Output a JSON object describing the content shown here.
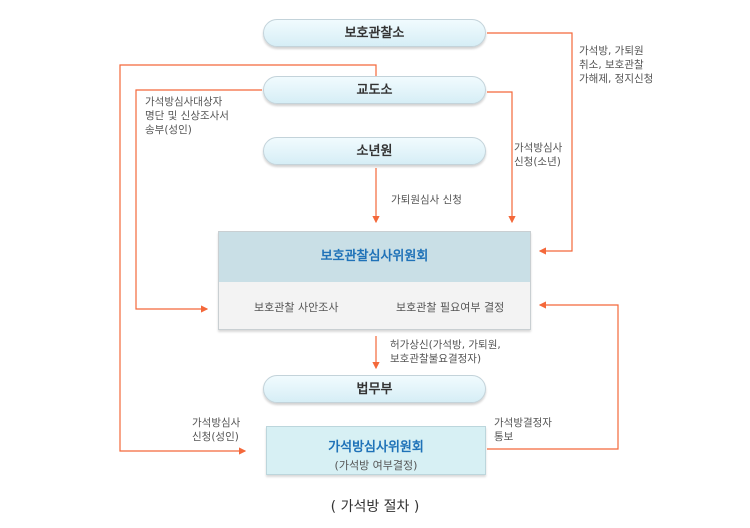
{
  "nodes": {
    "probation_office": "보호관찰소",
    "prison": "교도소",
    "juvenile_center": "소년원",
    "probation_committee": {
      "title": "보호관찰심사위원회",
      "task1": "보호관찰 사안조사",
      "task2": "보호관찰 필요여부 결정"
    },
    "ministry": "법무부",
    "parole_committee": {
      "title": "가석방심사위원회",
      "subtitle": "(가석방 여부결정)"
    }
  },
  "edges": {
    "probation_to_committee": [
      "가석방, 가퇴원",
      "취소, 보호관찰",
      "가해제, 정지신청"
    ],
    "prison_to_committee": [
      "가석방심사대상자",
      "명단 및 신상조사서",
      "송부(성인)"
    ],
    "prison_juvenile_request": [
      "가석방심사",
      "신청(소년)"
    ],
    "juvenile_request": "가퇴원심사 신청",
    "committee_to_ministry": [
      "허가상신(가석방, 가퇴원,",
      "보호관찰불요결정자)"
    ],
    "prison_adult_request": [
      "가석방심사",
      "신청(성인)"
    ],
    "parole_notice": [
      "가석방결정자",
      "통보"
    ]
  },
  "caption": "( 가석방 절차 )",
  "colors": {
    "line": "#f4683a",
    "accent": "#1f72b8"
  }
}
